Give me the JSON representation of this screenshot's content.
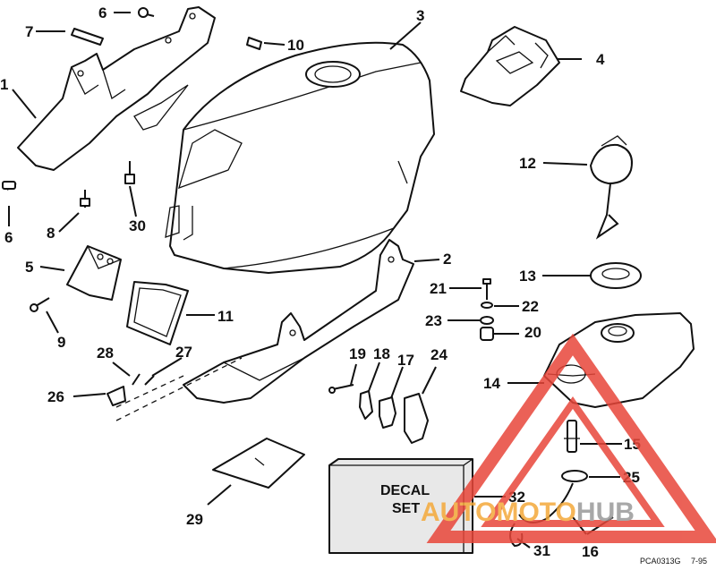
{
  "callouts": [
    "1",
    "2",
    "3",
    "4",
    "5",
    "6",
    "6",
    "7",
    "8",
    "9",
    "10",
    "11",
    "12",
    "13",
    "14",
    "15",
    "16",
    "17",
    "18",
    "19",
    "20",
    "21",
    "22",
    "23",
    "24",
    "25",
    "26",
    "27",
    "28",
    "29",
    "30",
    "31",
    "32"
  ],
  "decal": {
    "line1": "DECAL",
    "line2": "SET"
  },
  "footer": {
    "code": "PCA0313G",
    "date": "7-95"
  },
  "watermark": {
    "part1": "AUTO",
    "part2": "MOTO",
    "part3": "HUB"
  },
  "colors": {
    "ink": "#111111",
    "watermark_red": "#e8463a",
    "watermark_orange": "#f4a93a",
    "watermark_gray": "#9a9a9a"
  }
}
